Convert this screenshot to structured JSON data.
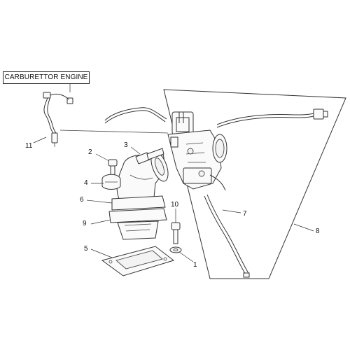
{
  "title": "CARBURETTOR ENGINE",
  "callouts": {
    "c1": "1",
    "c2": "2",
    "c3": "3",
    "c4": "4",
    "c5": "5",
    "c6": "6",
    "c7": "7",
    "c8": "8",
    "c9": "9",
    "c10": "10",
    "c11": "11"
  }
}
